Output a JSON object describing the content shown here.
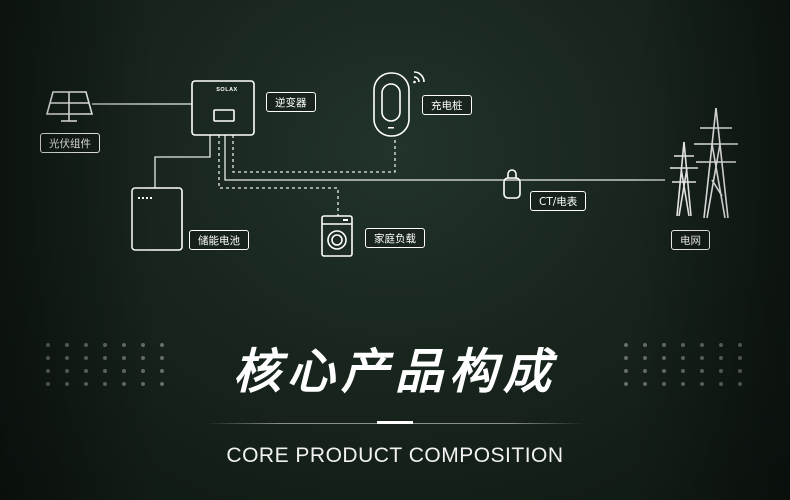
{
  "diagram": {
    "brand": "SOLAX",
    "nodes": {
      "solar": "光伏组件",
      "inverter": "逆变器",
      "charger": "充电桩",
      "battery": "储能电池",
      "home_load": "家庭负载",
      "meter": "CT/电表",
      "grid": "电网"
    }
  },
  "heading": {
    "title": "核心产品构成",
    "subtitle": "CORE PRODUCT COMPOSITION"
  }
}
